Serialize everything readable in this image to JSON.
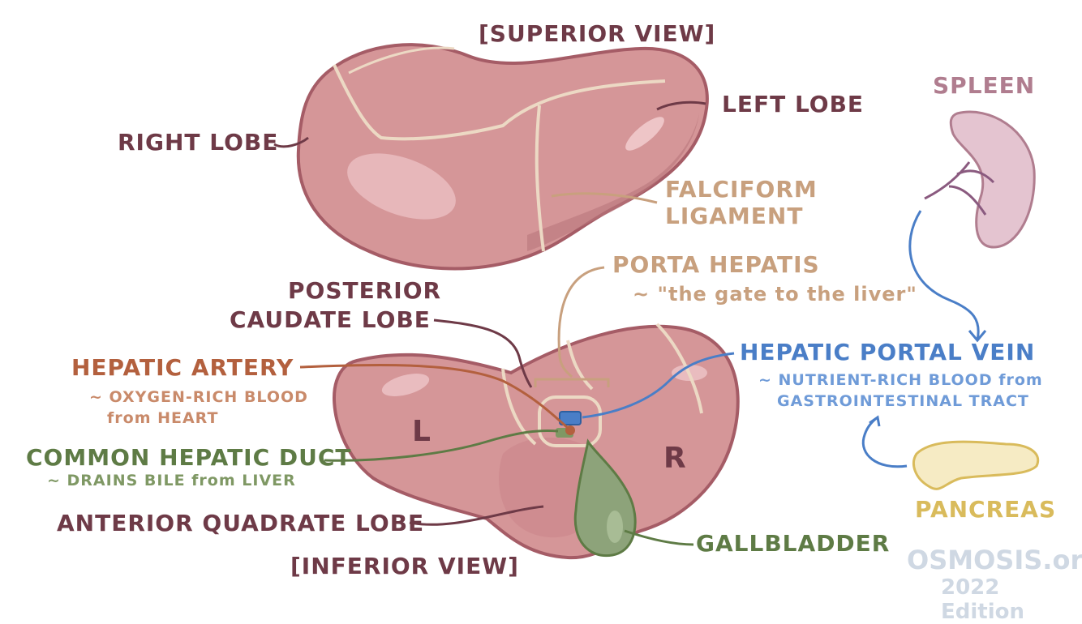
{
  "labels": {
    "superior_view": "[SUPERIOR VIEW]",
    "inferior_view": "[INFERIOR VIEW]",
    "right_lobe": "RIGHT LOBE",
    "left_lobe": "LEFT LOBE",
    "falciform_1": "FALCIFORM",
    "falciform_2": "LIGAMENT",
    "porta_hepatis": "PORTA HEPATIS",
    "porta_hepatis_note": "~ \"the gate to the liver\"",
    "posterior": "POSTERIOR",
    "caudate_lobe": "CAUDATE LOBE",
    "hepatic_artery": "HEPATIC  ARTERY",
    "hepatic_artery_note_1": "~ OXYGEN-RICH BLOOD",
    "hepatic_artery_note_2": "from HEART",
    "common_hepatic_duct": "COMMON HEPATIC DUCT",
    "common_hepatic_duct_note": "~ DRAINS BILE from LIVER",
    "anterior_quadrate_lobe": "ANTERIOR QUADRATE LOBE",
    "gallbladder": "GALLBLADDER",
    "hepatic_portal_vein": "HEPATIC PORTAL VEIN",
    "portal_vein_note_1": "~ NUTRIENT-RICH BLOOD from",
    "portal_vein_note_2": "GASTROINTESTINAL TRACT",
    "spleen": "SPLEEN",
    "pancreas": "PANCREAS",
    "lobe_l": "L",
    "lobe_r": "R"
  },
  "brand": {
    "name": "OSMOSIS.org",
    "edition": "2022 Edition"
  },
  "colors": {
    "liver": "#d59698",
    "liver_dark": "#b9767c",
    "liver_outline": "#a55c66",
    "ligament": "#ecd9c4",
    "gallbladder": "#8da37a",
    "spleen": "#e4c4d0",
    "pancreas": "#f6ebc4",
    "artery": "#b3603e",
    "vein": "#4a7ec7",
    "duct": "#5e7b45"
  }
}
